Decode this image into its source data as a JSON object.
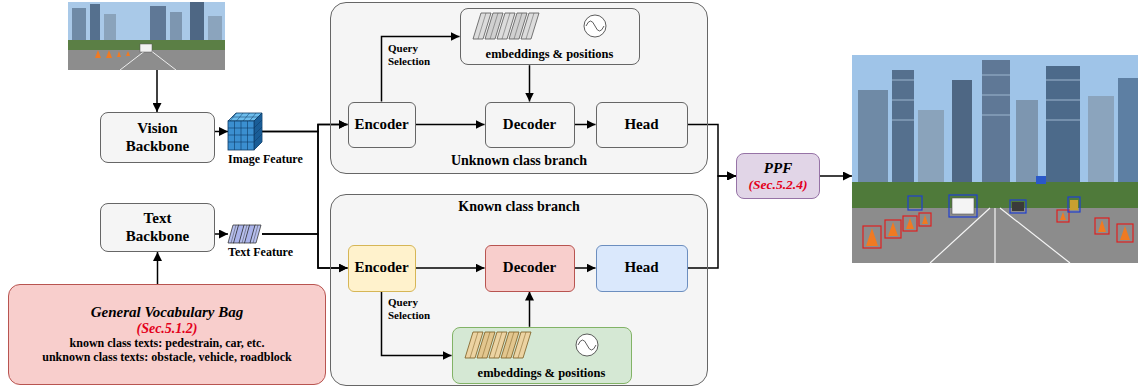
{
  "diagram": {
    "nodes": [
      {
        "text": [
          "Vision Backbone"
        ]
      },
      {
        "text": [
          "Image Feature"
        ]
      },
      {
        "text": [
          "Text Backbone"
        ]
      },
      {
        "text": [
          "Text Feature"
        ]
      },
      {
        "text": [
          "General Vocabulary Bag",
          "(Sec.5.1.2)",
          "known class texts: pedestrain, car, etc.",
          "unknown class texts: obstacle, vehicle, roadblock"
        ]
      },
      {
        "text": [
          "Unknown class branch"
        ]
      },
      {
        "text": [
          "Encoder"
        ],
        "in": 5
      },
      {
        "text": [
          "embeddings & positions"
        ],
        "in": 5
      },
      {
        "text": [
          "Decoder"
        ],
        "in": 5
      },
      {
        "text": [
          "Head"
        ],
        "in": 5
      },
      {
        "text": [
          "Known class branch"
        ]
      },
      {
        "text": [
          "Encoder"
        ],
        "in": 10
      },
      {
        "text": [
          "Decoder"
        ],
        "in": 10
      },
      {
        "text": [
          "Head"
        ],
        "in": 10
      },
      {
        "text": [
          "embeddings & positions"
        ],
        "in": 10
      },
      {
        "text": [
          "PPF",
          "(Sec.5.2.4)"
        ]
      }
    ],
    "edges": [
      {
        "from": 0,
        "to": 1,
        "arrow": "to"
      },
      {
        "from": 1,
        "to": 6,
        "arrow": "to"
      },
      {
        "from": 1,
        "to": 11,
        "arrow": "to"
      },
      {
        "from": 3,
        "to": 6,
        "arrow": "to"
      },
      {
        "from": 3,
        "to": 11,
        "arrow": "to"
      },
      {
        "from": 4,
        "to": 2,
        "arrow": "to"
      },
      {
        "from": 2,
        "to": 3,
        "arrow": "to"
      },
      {
        "from": 6,
        "to": 8,
        "arrow": "to"
      },
      {
        "from": 6,
        "to": 7,
        "arrow": "to",
        "label": "Query Selection"
      },
      {
        "from": 7,
        "to": 8,
        "arrow": "to"
      },
      {
        "from": 8,
        "to": 9,
        "arrow": "to"
      },
      {
        "from": 9,
        "to": 15,
        "arrow": "to"
      },
      {
        "from": 11,
        "to": 12,
        "arrow": "to"
      },
      {
        "from": 11,
        "to": 14,
        "arrow": "to",
        "label": "Query Selection"
      },
      {
        "from": 14,
        "to": 12,
        "arrow": "to"
      },
      {
        "from": 12,
        "to": 13,
        "arrow": "to"
      },
      {
        "from": 13,
        "to": 15,
        "arrow": "to"
      }
    ]
  }
}
